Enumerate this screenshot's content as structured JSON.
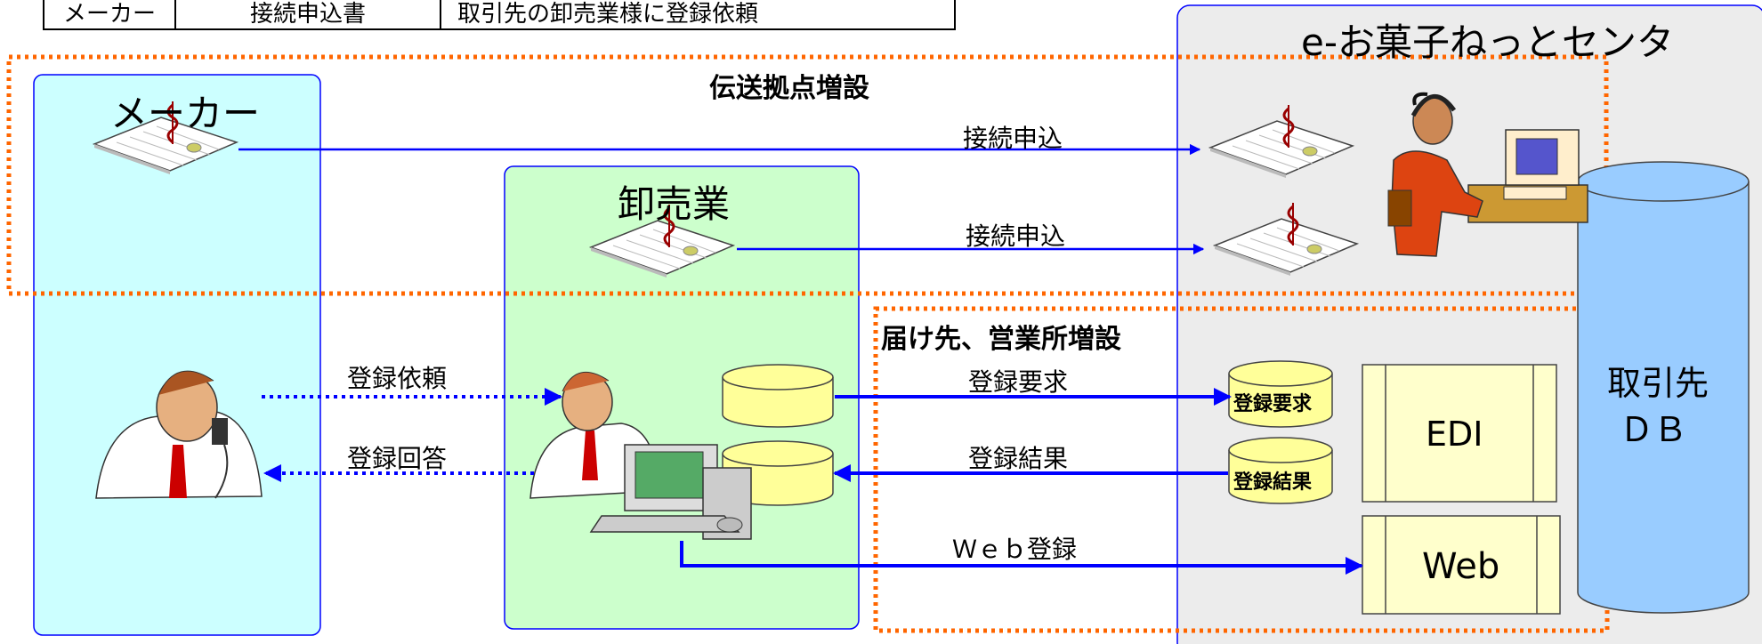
{
  "header_table": {
    "cells": [
      "メーカー",
      "接続申込書",
      "取引先の卸売業様に登録依頼"
    ]
  },
  "regions": {
    "maker_title": "メーカー",
    "wholesaler_title": "卸売業",
    "center_title": "e-お菓子ねっとセンタ",
    "db_title": "取引先\nＤＢ",
    "db_line1": "取引先",
    "db_line2": "ＤＢ",
    "edi_label": "EDI",
    "web_label": "Web"
  },
  "zones": {
    "transmission_zone": "伝送拠点増設",
    "destination_zone": "届け先、営業所増設"
  },
  "flows": {
    "maker_apply": "接続申込",
    "wholesaler_apply": "接続申込",
    "reg_request_to_wholesaler": "登録依頼",
    "reg_reply_to_maker": "登録回答",
    "reg_request_to_center": "登録要求",
    "reg_result_from_center": "登録結果",
    "web_registration": "Ｗｅｂ登録"
  },
  "cylinders": {
    "center_request": "登録要求",
    "center_result": "登録結果"
  },
  "colors": {
    "maker_fill": "#ccffff",
    "wholesaler_fill": "#ccffcc",
    "center_fill": "#ececec",
    "border_blue": "#0000ff",
    "zone_orange": "#ff6600",
    "db_fill": "#99ccff",
    "cylinder_fill": "#ffff99",
    "box_fill": "#ffffcc"
  },
  "icons": [
    "document-icon",
    "person-phone-icon",
    "clerk-computer-icon",
    "operator-headset-icon"
  ]
}
